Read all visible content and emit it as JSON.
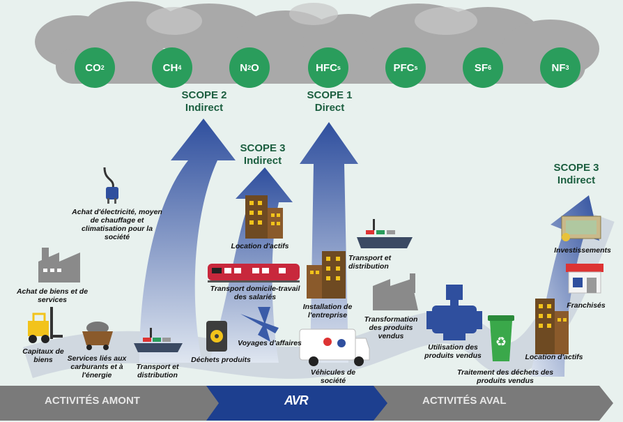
{
  "gases": [
    {
      "base": "CO",
      "sub": "2"
    },
    {
      "base": "CH",
      "sub": "4"
    },
    {
      "base": "N",
      "sub": "2",
      "after": "O"
    },
    {
      "base": "HFC",
      "sub": "s"
    },
    {
      "base": "PFC",
      "sub": "s"
    },
    {
      "base": "SF",
      "sub": "6"
    },
    {
      "base": "NF",
      "sub": "3"
    }
  ],
  "scopes": {
    "scope2": {
      "title": "SCOPE 2",
      "subtitle": "Indirect"
    },
    "scope1": {
      "title": "SCOPE 1",
      "subtitle": "Direct"
    },
    "scope3_up": {
      "title": "SCOPE 3",
      "subtitle": "Indirect"
    },
    "scope3_down": {
      "title": "SCOPE 3",
      "subtitle": "Indirect"
    }
  },
  "labels": {
    "electricity": "Achat d'électricité, moyen de chauffage et climatisation pour la société",
    "purchased_goods": "Achat de biens et de services",
    "capital_goods": "Capitaux de biens",
    "fuel_energy": "Services liés aux carburants et à l'énergie",
    "transport_up": "Transport et distribution",
    "waste": "Déchets produits",
    "business_travel": "Voyages d'affaires",
    "commuting": "Transport domicile-travail des salariés",
    "leased_assets_up": "Location d'actifs",
    "installation": "Installation de l'entreprise",
    "vehicles": "Véhicules de société",
    "transport_down": "Transport et distribution",
    "processing": "Transformation des produits vendus",
    "use_of_products": "Utilisation des produits vendus",
    "end_of_life": "Traitement des déchets des produits vendus",
    "leased_assets_down": "Location d'actifs",
    "franchises": "Franchisés",
    "investments": "Investissements"
  },
  "bar": {
    "upstream": "ACTIVITÉS AMONT",
    "logo": "AVR",
    "downstream": "ACTIVITÉS AVAL"
  },
  "colors": {
    "gas": "#2a9d5c",
    "scope_text": "#1b5e3f",
    "arrow": "#2f4f9e",
    "bar_gray": "#7a7a7a",
    "bar_blue": "#1d3f8f"
  }
}
